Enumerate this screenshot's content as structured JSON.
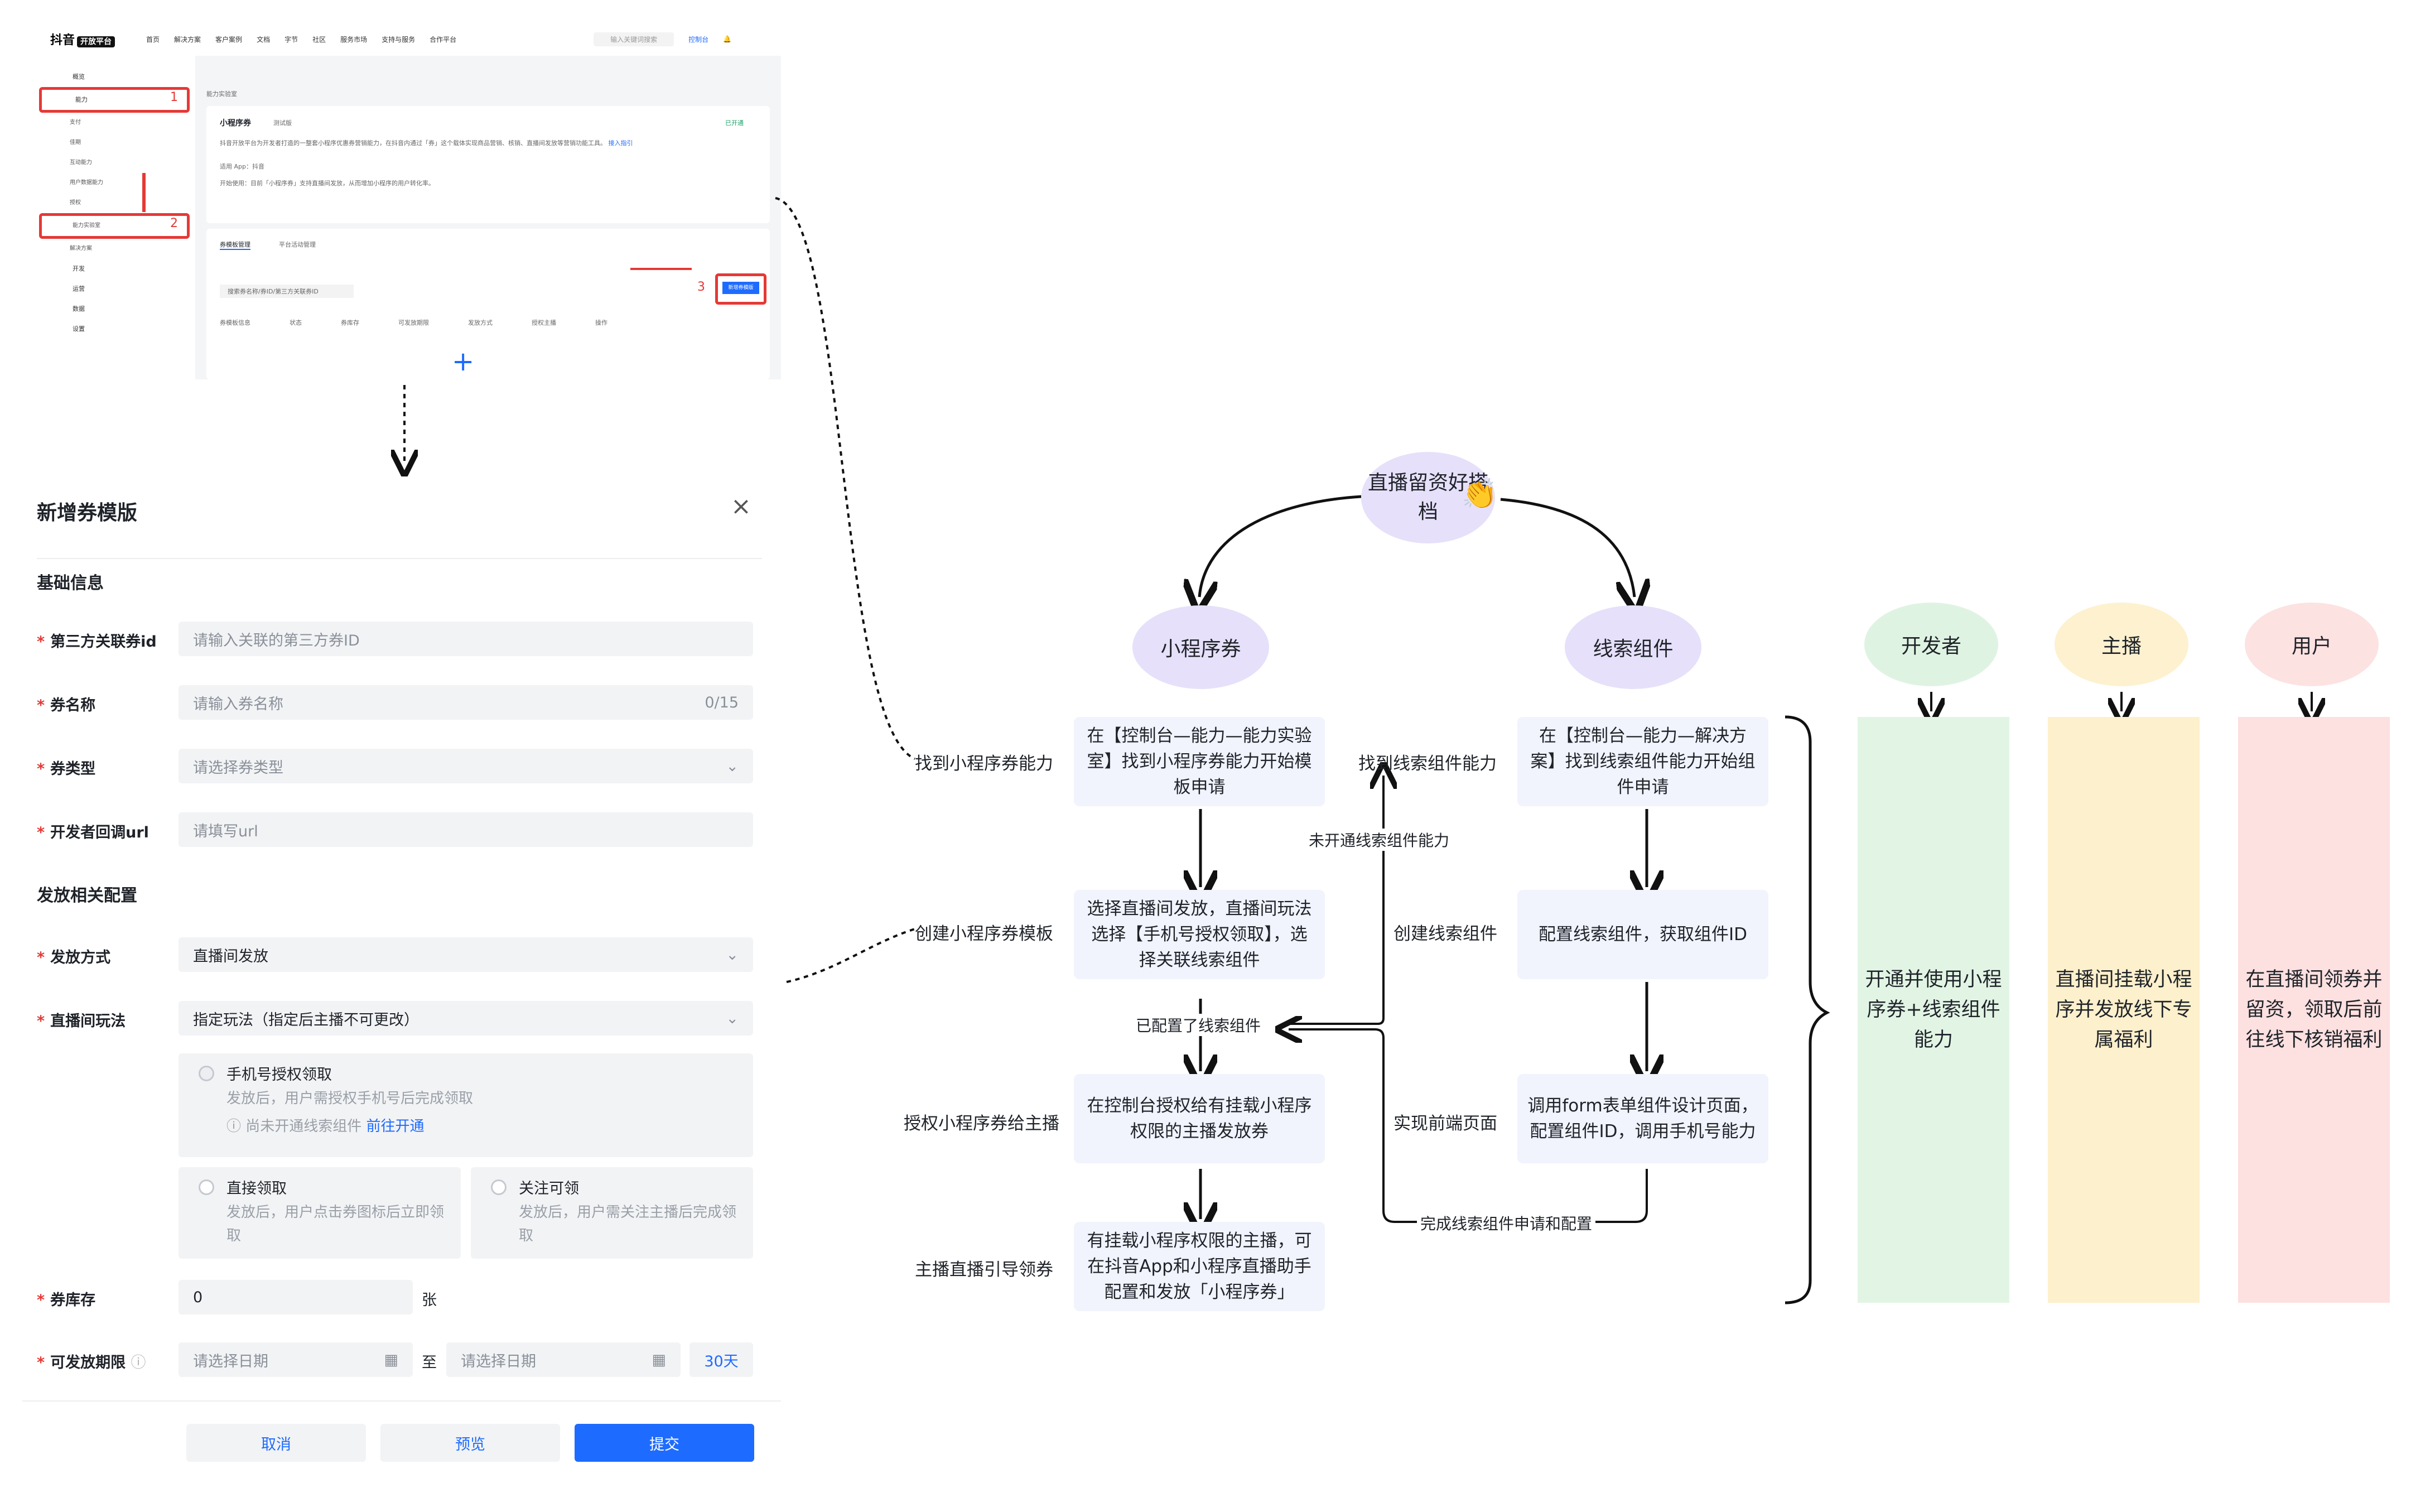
{
  "console": {
    "logo": "抖音",
    "logo_badge": "开放平台",
    "nav": [
      "首页",
      "解决方案",
      "客户案例",
      "文档",
      "字节",
      "社区",
      "服务市场",
      "支持与服务",
      "合作平台"
    ],
    "search_placeholder": "输入关键词搜索",
    "console_link": "控制台",
    "sidebar": [
      "概览",
      "能力",
      "支付",
      "佳期",
      "互动能力",
      "用户数据能力",
      "授权",
      "能力实验室",
      "解决方案",
      "开发",
      "运营",
      "数据",
      "设置"
    ],
    "breadcrumb": "能力实验室",
    "card_title": "小程序券",
    "card_tag": "测试版",
    "card_status": "已开通",
    "card_desc": "抖音开放平台为开发者打造的一整套小程序优惠券营销能力，在抖音内通过「券」这个载体实现商品营销、核销、直播间发放等营销功能工具。",
    "card_link": "接入指引",
    "card_note1": "适用 App：抖音",
    "card_note2": "开始使用：目前「小程序券」支持直播间发放，从而增加小程序的用户转化率。",
    "tabs": [
      "券模板管理",
      "平台活动管理"
    ],
    "filter_placeholder": "搜索券名称/券ID/第三方关联券ID",
    "new_button": "新增券模版",
    "table_cols": [
      "券模板信息",
      "状态",
      "券库存",
      "可发放期限",
      "发放方式",
      "授权主播",
      "操作"
    ],
    "annotations": [
      "1",
      "2",
      "3"
    ]
  },
  "form": {
    "title": "新增券模版",
    "section_basic": "基础信息",
    "fields": [
      {
        "label": "第三方关联券id",
        "placeholder": "请输入关联的第三方券ID"
      },
      {
        "label": "券名称",
        "placeholder": "请输入券名称",
        "counter": "0/15"
      },
      {
        "label": "券类型",
        "placeholder": "请选择券类型"
      },
      {
        "label": "开发者回调url",
        "placeholder": "请填写url"
      }
    ],
    "section_issue": "发放相关配置",
    "issue_method_label": "发放方式",
    "issue_method_value": "直播间发放",
    "play_label": "直播间玩法",
    "play_value": "指定玩法（指定后主播不可更改）",
    "opt_phone_title": "手机号授权领取",
    "opt_phone_desc": "发放后，用户需授权手机号后完成领取",
    "opt_phone_note": "尚未开通线索组件",
    "opt_phone_link": "前往开通",
    "opt_direct_title": "直接领取",
    "opt_direct_desc": "发放后，用户点击券图标后立即领取",
    "opt_follow_title": "关注可领",
    "opt_follow_desc": "发放后，用户需关注主播后完成领取",
    "stock_label": "券库存",
    "stock_value": "0",
    "stock_unit": "张",
    "period_label": "可发放期限",
    "date_start_placeholder": "请选择日期",
    "date_to": "至",
    "date_end_placeholder": "请选择日期",
    "period_quick": "30天",
    "btn_cancel": "取消",
    "btn_preview": "预览",
    "btn_submit": "提交"
  },
  "diagram": {
    "root": "直播留资好搭档",
    "branch_left": "小程序券",
    "branch_right": "线索组件",
    "left_labels": [
      "找到小程序券能力",
      "创建小程序券模板",
      "授权小程序券给主播",
      "主播直播引导领券"
    ],
    "left_steps": [
      "在【控制台—能力—能力实验室】找到小程序券能力开始模板申请",
      "选择直播间发放，直播间玩法选择【手机号授权领取】，选择关联线索组件",
      "在控制台授权给有挂载小程序权限的主播发放券",
      "有挂载小程序权限的主播，可在抖音App和小程序直播助手配置和发放「小程序券」"
    ],
    "mid_labels": [
      "找到线索组件能力",
      "创建线索组件",
      "实现前端页面"
    ],
    "right_steps": [
      "在【控制台—能力—解决方案】找到线索组件能力开始组件申请",
      "配置线索组件，获取组件ID",
      "调用form表单组件设计页面，配置组件ID，调用手机号能力"
    ],
    "edge_labels": {
      "not_enabled": "未开通线索组件能力",
      "configured": "已配置了线索组件",
      "completed": "完成线索组件申请和配置"
    },
    "roles": [
      {
        "name": "开发者",
        "desc": "开通并使用小程序券+线索组件能力",
        "head": "#dff3e2",
        "body": "#e2f5e5"
      },
      {
        "name": "主播",
        "desc": "直播间挂载小程序并发放线下专属福利",
        "head": "#fdf1cf",
        "body": "#fdf0cc"
      },
      {
        "name": "用户",
        "desc": "在直播间领券并留资，领取后前往线下核销福利",
        "head": "#fde2e2",
        "body": "#fde0e0"
      }
    ],
    "colors": {
      "purple": "#e6e0fa",
      "box": "#f1f3fd",
      "red": "#e53935",
      "blue": "#1e6bff"
    }
  }
}
